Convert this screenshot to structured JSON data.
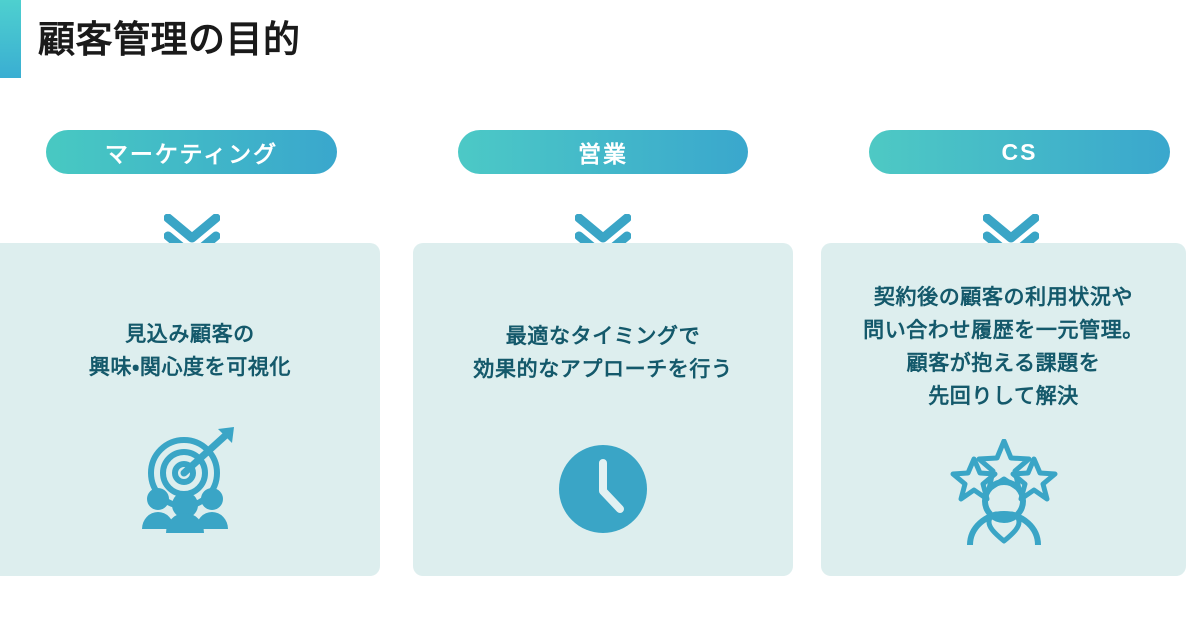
{
  "header": {
    "title": "顧客管理の目的",
    "accent_gradient_from": "#4ed0cf",
    "accent_gradient_to": "#3aaed2",
    "title_color": "#1a1a1a"
  },
  "theme": {
    "background": "#ffffff",
    "card_background": "#ddeeee",
    "card_text_color": "#14596b",
    "pill_text_color": "#ffffff",
    "pill_gradient_from": "#48c9c2",
    "pill_gradient_to": "#3aa7cd",
    "chevron_color": "#3aa5c6",
    "icon_color": "#3aa5c6"
  },
  "columns": [
    {
      "pill_label": "マーケティング",
      "chevron_icon": "double-chevron-down-icon",
      "body_lines": [
        "見込み顧客の",
        "興味・関心度を可視化"
      ],
      "icon_name": "target-audience-icon"
    },
    {
      "pill_label": "営業",
      "chevron_icon": "double-chevron-down-icon",
      "body_lines": [
        "最適なタイミングで",
        "効果的なアプローチを行う"
      ],
      "icon_name": "clock-icon"
    },
    {
      "pill_label": "CS",
      "chevron_icon": "double-chevron-down-icon",
      "body_lines": [
        "契約後の顧客の利用状況や",
        "問い合わせ履歴を一元管理。",
        "顧客が抱える課題を",
        "先回りして解決"
      ],
      "icon_name": "customer-satisfaction-icon"
    }
  ]
}
